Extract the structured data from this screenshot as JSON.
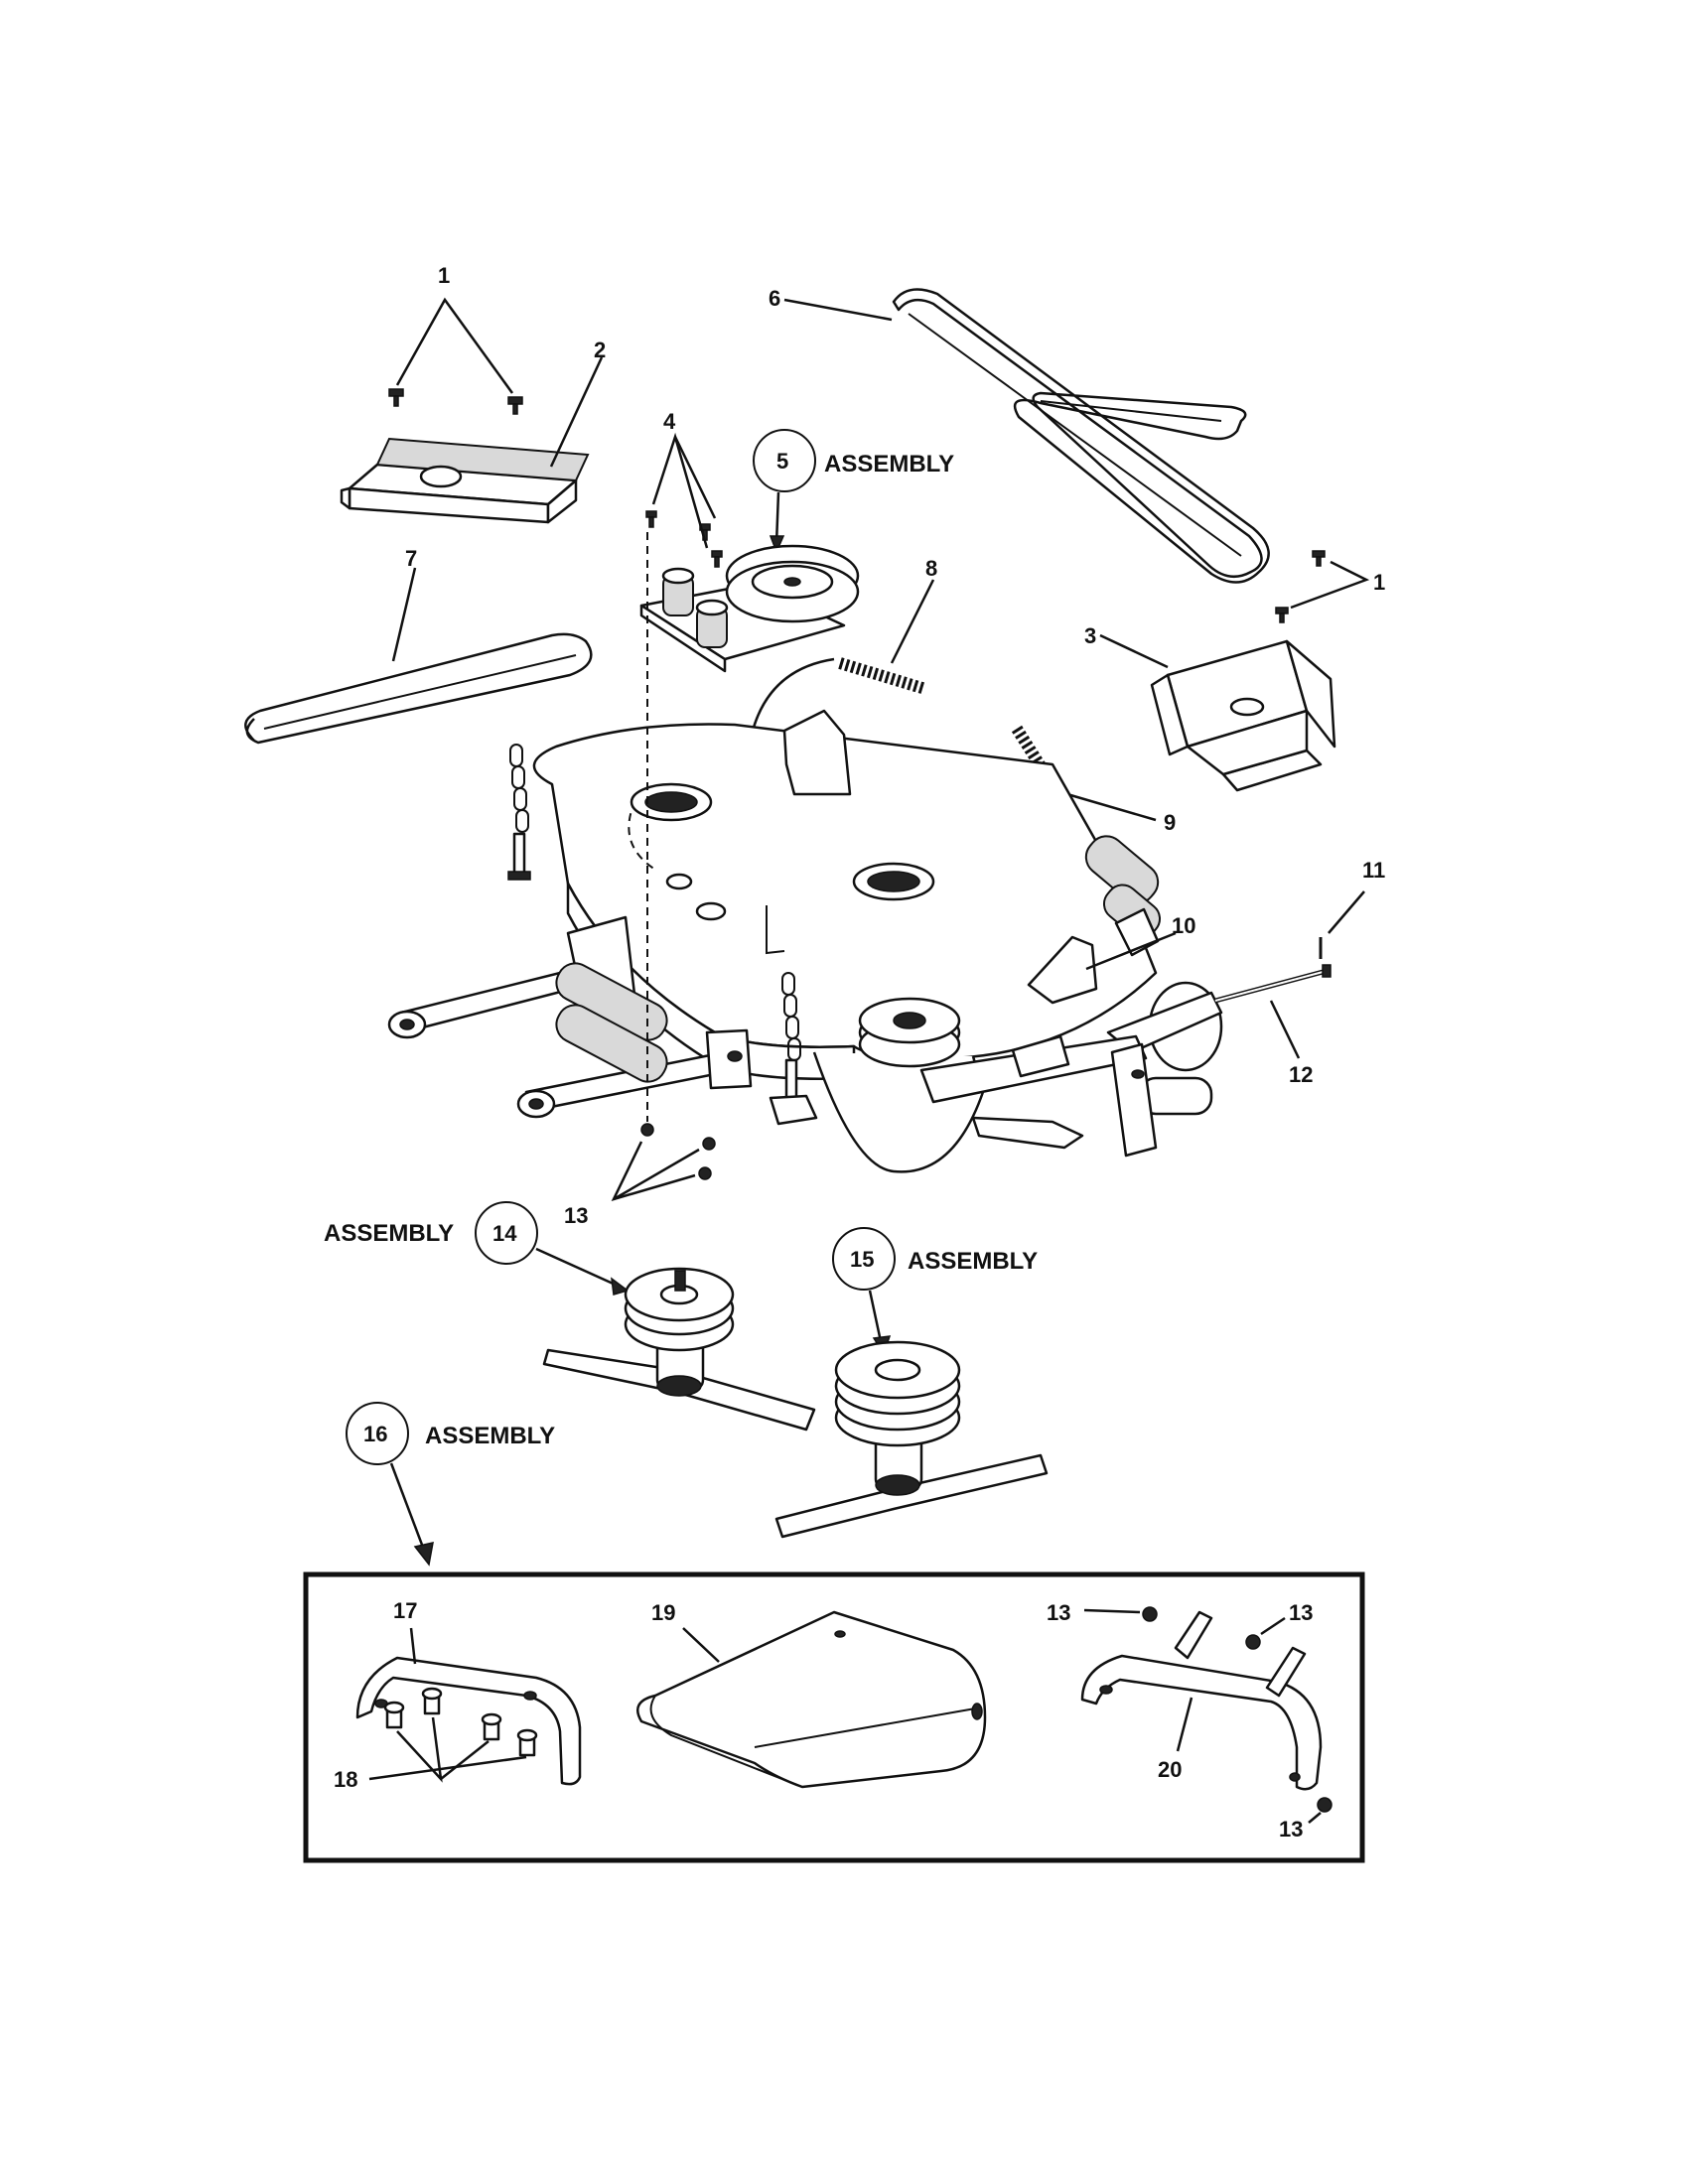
{
  "callouts": [
    {
      "id": "c1a",
      "text": "1"
    },
    {
      "id": "c2",
      "text": "2"
    },
    {
      "id": "c4",
      "text": "4"
    },
    {
      "id": "c5",
      "text": "5"
    },
    {
      "id": "c6",
      "text": "6"
    },
    {
      "id": "c1b",
      "text": "1"
    },
    {
      "id": "c3",
      "text": "3"
    },
    {
      "id": "c7",
      "text": "7"
    },
    {
      "id": "c8",
      "text": "8"
    },
    {
      "id": "c9",
      "text": "9"
    },
    {
      "id": "c10",
      "text": "10"
    },
    {
      "id": "c11",
      "text": "11"
    },
    {
      "id": "c12",
      "text": "12"
    },
    {
      "id": "c13",
      "text": "13"
    },
    {
      "id": "c14",
      "text": "14"
    },
    {
      "id": "c15",
      "text": "15"
    },
    {
      "id": "c16",
      "text": "16"
    },
    {
      "id": "c17",
      "text": "17"
    },
    {
      "id": "c18",
      "text": "18"
    },
    {
      "id": "c19",
      "text": "19"
    },
    {
      "id": "c13b",
      "text": "13"
    },
    {
      "id": "c13c",
      "text": "13"
    },
    {
      "id": "c20",
      "text": "20"
    },
    {
      "id": "c13d",
      "text": "13"
    }
  ],
  "assembly_label": "ASSEMBLY",
  "colors": {
    "ink": "#111111",
    "paper": "#ffffff",
    "shade": "#d9d9d9"
  }
}
